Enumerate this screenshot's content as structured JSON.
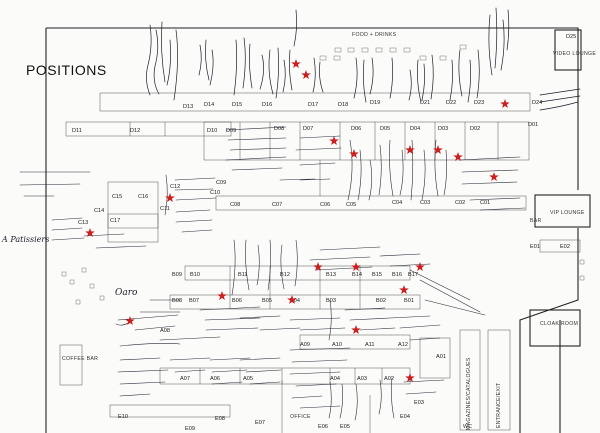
{
  "title": "POSITIONS",
  "areas": {
    "food_drinks": "FOOD + DRINKS",
    "video_lounge": "VIDEO LOUNGE",
    "vip_lounge": "VIP LOUNGE",
    "cloak_room": "CLOAK ROOM",
    "coffee_bar": "COFFEE BAR",
    "magazines": "MAGAZINES/CATALOGUES",
    "entrance": "ENTRANCE/EXIT",
    "office": "OFFICE",
    "bar": "BAR",
    "wc": "WC"
  },
  "booths": {
    "d_row": [
      "D11",
      "D12",
      "D13",
      "D14",
      "D15",
      "D16",
      "D17",
      "D18",
      "D19",
      "D21",
      "D22",
      "D23",
      "D24",
      "D25"
    ],
    "d_inner": [
      "D10",
      "D09",
      "D08",
      "D07",
      "D06",
      "D05",
      "D04",
      "D03",
      "D02",
      "D01"
    ],
    "c_row": [
      "C10",
      "C09",
      "C08",
      "C07",
      "C06",
      "C05",
      "C04",
      "C03",
      "C02",
      "C01"
    ],
    "c_left": [
      "C11",
      "C12",
      "C13",
      "C14",
      "C15",
      "C16",
      "C17"
    ],
    "b_row": [
      "B09",
      "B10",
      "B11",
      "B12",
      "B13",
      "B14",
      "B15",
      "B16",
      "B17"
    ],
    "b_lower": [
      "B08",
      "B07",
      "B06",
      "B05",
      "B04",
      "B03",
      "B02",
      "B01"
    ],
    "a_row": [
      "A07",
      "A06",
      "A05",
      "A04",
      "A03",
      "A02",
      "A01"
    ],
    "a_upper": [
      "A08",
      "A09",
      "A10",
      "A11",
      "A12"
    ],
    "e_row": [
      "E10",
      "E09",
      "E08",
      "E07",
      "E06",
      "E05",
      "E04",
      "E03",
      "E02",
      "E01"
    ]
  },
  "handwritten": {
    "left_note": "A Patissiers",
    "oaro": "Oaro"
  },
  "colors": {
    "ink": "#1c1c2a",
    "stars": "#cc1f1f",
    "walls": "#222222"
  }
}
